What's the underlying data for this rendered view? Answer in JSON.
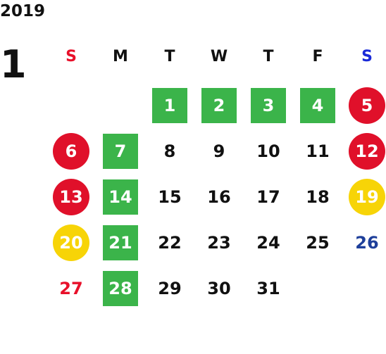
{
  "calendar": {
    "year": "2019",
    "month": "1",
    "weekdays": [
      "S",
      "M",
      "T",
      "W",
      "T",
      "F",
      "S"
    ],
    "weekday_colors": {
      "sunday": "#e8102a",
      "saturday": "#1a2ad8",
      "weekday": "#111111"
    },
    "mark_colors": {
      "green": "#3bb44a",
      "red": "#e0102a",
      "yellow": "#f7d407"
    },
    "days": [
      {
        "day": "1",
        "mark": "green"
      },
      {
        "day": "2",
        "mark": "green"
      },
      {
        "day": "3",
        "mark": "green"
      },
      {
        "day": "4",
        "mark": "green"
      },
      {
        "day": "5",
        "mark": "red"
      },
      {
        "day": "6",
        "mark": "red"
      },
      {
        "day": "7",
        "mark": "green"
      },
      {
        "day": "8",
        "mark": "none"
      },
      {
        "day": "9",
        "mark": "none"
      },
      {
        "day": "10",
        "mark": "none"
      },
      {
        "day": "11",
        "mark": "none"
      },
      {
        "day": "12",
        "mark": "red"
      },
      {
        "day": "13",
        "mark": "red"
      },
      {
        "day": "14",
        "mark": "green"
      },
      {
        "day": "15",
        "mark": "none"
      },
      {
        "day": "16",
        "mark": "none"
      },
      {
        "day": "17",
        "mark": "none"
      },
      {
        "day": "18",
        "mark": "none"
      },
      {
        "day": "19",
        "mark": "yellow"
      },
      {
        "day": "20",
        "mark": "yellow"
      },
      {
        "day": "21",
        "mark": "green"
      },
      {
        "day": "22",
        "mark": "none"
      },
      {
        "day": "23",
        "mark": "none"
      },
      {
        "day": "24",
        "mark": "none"
      },
      {
        "day": "25",
        "mark": "none"
      },
      {
        "day": "26",
        "mark": "saturday-text"
      },
      {
        "day": "27",
        "mark": "sunday-text"
      },
      {
        "day": "28",
        "mark": "green"
      },
      {
        "day": "29",
        "mark": "none"
      },
      {
        "day": "30",
        "mark": "none"
      },
      {
        "day": "31",
        "mark": "none"
      }
    ]
  }
}
